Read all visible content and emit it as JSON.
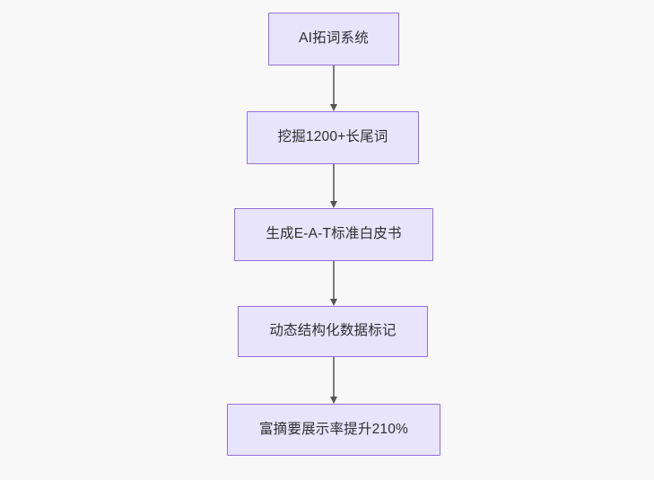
{
  "diagram": {
    "type": "flowchart",
    "direction": "top-to-bottom",
    "background_color": "#f8f8f8",
    "node_fill_color": "#e7e4fb",
    "node_border_color": "#9370d8",
    "node_text_color": "#2f2f33",
    "edge_color": "#7b7b83",
    "arrow_color": "#555558",
    "nodes": [
      {
        "id": "node-1",
        "label": "AI拓词系统"
      },
      {
        "id": "node-2",
        "label": "挖掘1200+长尾词"
      },
      {
        "id": "node-3",
        "label": "生成E-A-T标准白皮书"
      },
      {
        "id": "node-4",
        "label": "动态结构化数据标记"
      },
      {
        "id": "node-5",
        "label": "富摘要展示率提升210%"
      }
    ],
    "edges": [
      {
        "id": "edge-1",
        "from": "node-1",
        "to": "node-2",
        "label": "",
        "arrow": "arrow-down-icon"
      },
      {
        "id": "edge-2",
        "from": "node-2",
        "to": "node-3",
        "label": "",
        "arrow": "arrow-down-icon"
      },
      {
        "id": "edge-3",
        "from": "node-3",
        "to": "node-4",
        "label": "",
        "arrow": "arrow-down-icon"
      },
      {
        "id": "edge-4",
        "from": "node-4",
        "to": "node-5",
        "label": "",
        "arrow": "arrow-down-icon"
      }
    ]
  }
}
